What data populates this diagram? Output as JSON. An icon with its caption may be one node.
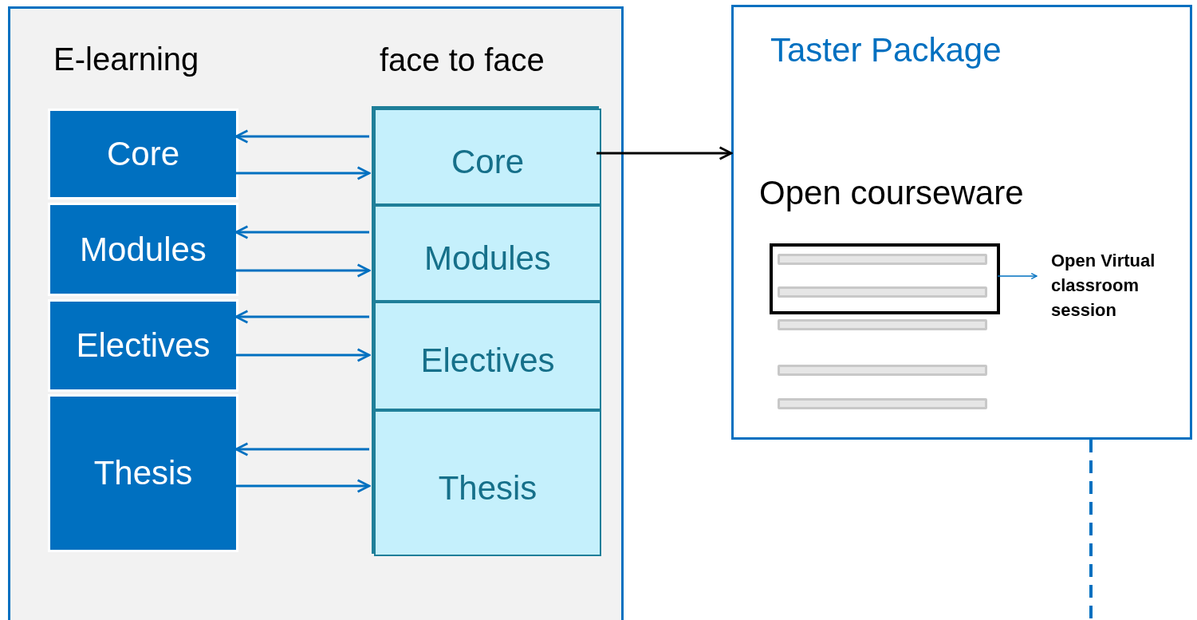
{
  "diagram": {
    "nodes": [
      {
        "text": [],
        "shape": "box"
      },
      {
        "text": [
          "Core"
        ],
        "in": 0
      },
      {
        "text": [
          "Modules"
        ],
        "in": 0
      },
      {
        "text": [
          "Electives"
        ],
        "in": 0
      },
      {
        "text": [
          "Thesis"
        ],
        "in": 0
      },
      {
        "text": [
          "face to face"
        ],
        "in": 0
      },
      {
        "text": [
          "Core"
        ],
        "in": 5
      },
      {
        "text": [
          "Modules"
        ],
        "in": 5
      },
      {
        "text": [
          "Electives"
        ],
        "in": 5
      },
      {
        "text": [
          "Thesis"
        ],
        "in": 5
      },
      {
        "text": [
          "Taster Package"
        ]
      },
      {
        "text": [],
        "shape": "box",
        "in": 10
      },
      {
        "text": [
          "Open Virtual classroom session"
        ],
        "in": 10
      }
    ],
    "edges": [
      {
        "from": 6,
        "to": 1,
        "arrow": "to"
      },
      {
        "from": 1,
        "to": 6,
        "arrow": "to"
      },
      {
        "from": 7,
        "to": 2,
        "arrow": "to"
      },
      {
        "from": 2,
        "to": 7,
        "arrow": "to"
      },
      {
        "from": 8,
        "to": 3,
        "arrow": "to"
      },
      {
        "from": 3,
        "to": 8,
        "arrow": "to"
      },
      {
        "from": 9,
        "to": 4,
        "arrow": "to"
      },
      {
        "from": 4,
        "to": 9,
        "arrow": "to"
      },
      {
        "from": 5,
        "to": 10,
        "arrow": "to",
        "color": "#000000"
      },
      {
        "from": 11,
        "to": 12,
        "arrow": "to"
      },
      {
        "from": 10,
        "to": null,
        "arrow": "none",
        "style": "dashed"
      }
    ],
    "labels": [
      "E-learning",
      "Open courseware"
    ]
  }
}
